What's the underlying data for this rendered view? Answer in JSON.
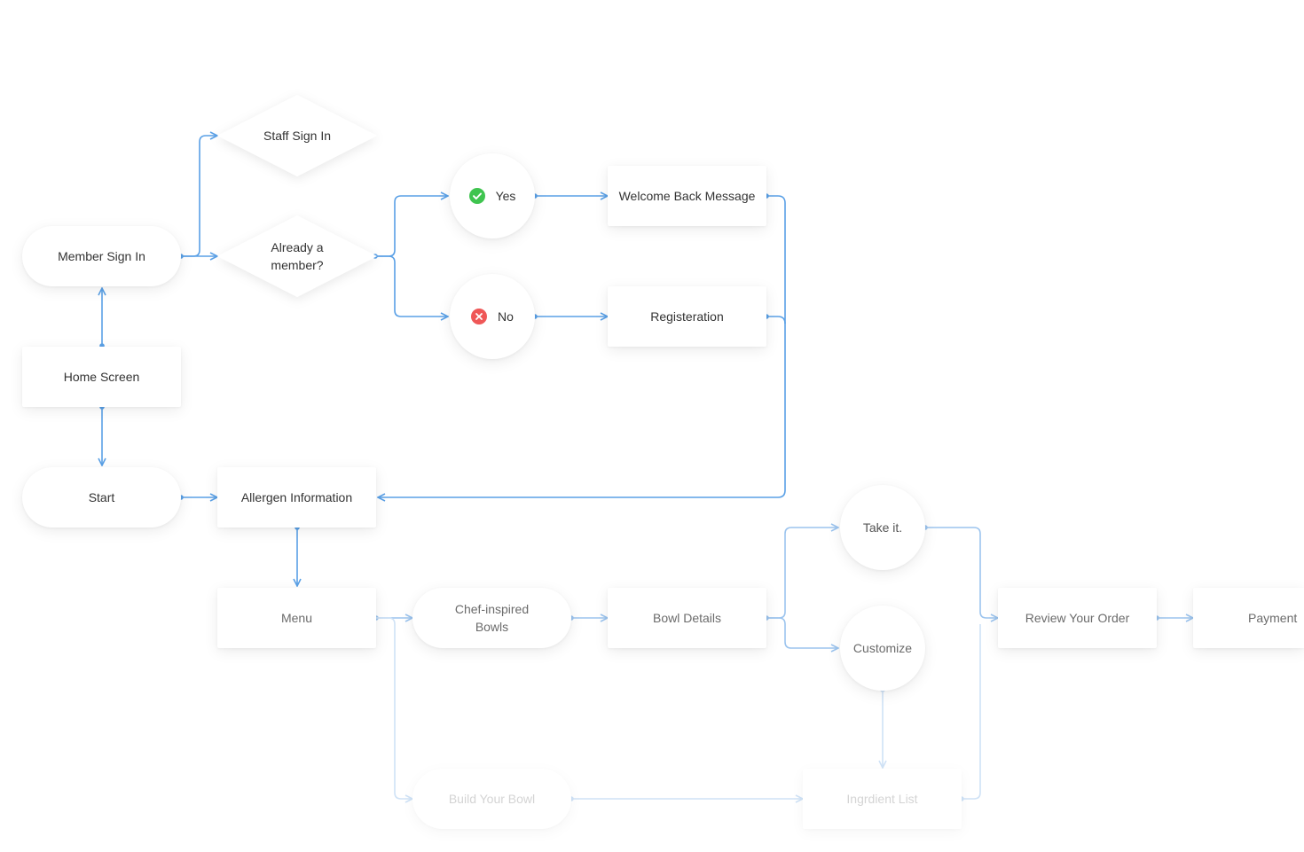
{
  "nodes": {
    "home_screen": "Home Screen",
    "member_sign_in": "Member Sign In",
    "staff_sign_in": "Staff Sign In",
    "already_member_line1": "Already a",
    "already_member_line2": "member?",
    "yes": "Yes",
    "no": "No",
    "welcome_back": "Welcome Back Message",
    "registration": "Registeration",
    "start": "Start",
    "allergen_info": "Allergen Information",
    "menu": "Menu",
    "chef_bowls_line1": "Chef-inspired",
    "chef_bowls_line2": "Bowls",
    "bowl_details": "Bowl Details",
    "take_it": "Take it.",
    "customize": "Customize",
    "review_order": "Review Your Order",
    "payment": "Payment",
    "build_bowl": "Build Your Bowl",
    "ingredient_list": "Ingrdient List"
  },
  "icons": {
    "yes_icon": "check-circle-icon",
    "no_icon": "x-circle-icon"
  },
  "colors": {
    "connector": "#5aa0e6",
    "connector_light": "#b7d4f3",
    "yes_badge": "#3fc44f",
    "no_badge": "#ef5757"
  }
}
